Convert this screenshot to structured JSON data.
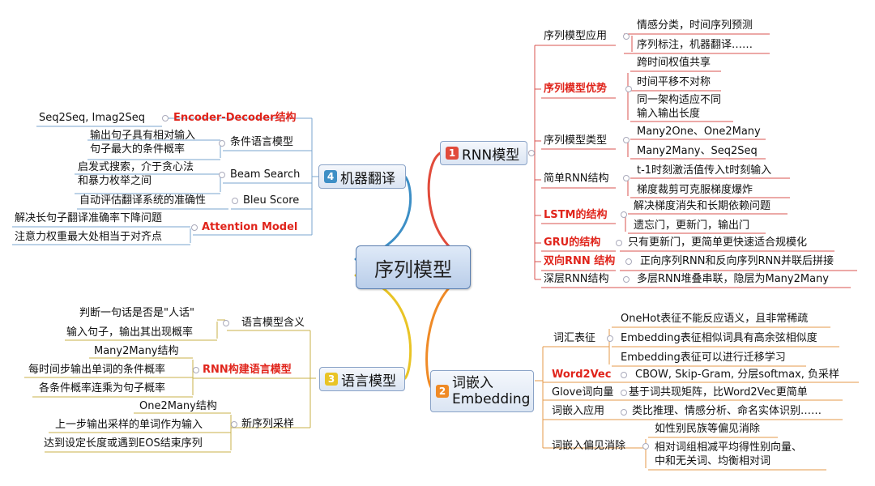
{
  "central": "序列模型",
  "branches": {
    "rnn": {
      "num": "1",
      "label": "RNN模型",
      "color": "#e14b3b"
    },
    "emb": {
      "num": "2",
      "label1": "词嵌入",
      "label2": "Embedding",
      "color": "#ef8a26"
    },
    "lm": {
      "num": "3",
      "label": "语言模型",
      "color": "#e9c426"
    },
    "mt": {
      "num": "4",
      "label": "机器翻译",
      "color": "#3d8fc6"
    }
  },
  "rnn": {
    "app": {
      "label": "序列模型应用",
      "items": [
        "情感分类，时间序列预测",
        "序列标注，机器翻译……"
      ]
    },
    "adv": {
      "label": "序列模型优势",
      "items": [
        "跨时间权值共享",
        "时间平移不对称",
        "同一架构适应不同",
        "输入输出长度"
      ]
    },
    "types": {
      "label": "序列模型类型",
      "items": [
        "Many2One、One2Many",
        "Many2Many、Seq2Seq"
      ]
    },
    "simple": {
      "label": "简单RNN结构",
      "items": [
        "t-1时刻激活值传入t时刻输入",
        "梯度裁剪可克服梯度爆炸"
      ]
    },
    "lstm": {
      "label": "LSTM的结构",
      "items": [
        "解决梯度消失和长期依赖问题",
        "遗忘门，更新门，输出门"
      ]
    },
    "gru": {
      "label": "GRU的结构",
      "item": "只有更新门，更简单更快速适合规模化"
    },
    "bi": {
      "label": "双向RNN 结构",
      "item": "正向序列RNN和反向序列RNN并联后拼接"
    },
    "deep": {
      "label": "深层RNN结构",
      "item": "多层RNN堆叠串联，隐层为Many2Many"
    }
  },
  "emb": {
    "rep": {
      "label": "词汇表征",
      "items": [
        "OneHot表征不能反应语义，且非常稀疏",
        "Embedding表征相似词具有高余弦相似度",
        "Embedding表征可以进行迁移学习"
      ]
    },
    "w2v": {
      "label": "Word2Vec",
      "item": "CBOW, Skip-Gram, 分层softmax, 负采样"
    },
    "glove": {
      "label": "Glove词向量",
      "item": "基于词共现矩阵，比Word2Vec更简单"
    },
    "apply": {
      "label": "词嵌入应用",
      "item": "类比推理、情感分析、命名实体识别……"
    },
    "bias": {
      "label": "词嵌入偏见消除",
      "items": [
        "如性别民族等偏见消除",
        "相对词组相减平均得性别向量、",
        "中和无关词、均衡相对词"
      ]
    }
  },
  "lm": {
    "meaning": {
      "label": "语言模型含义",
      "items": [
        "判断一句话是否是\"人话\"",
        "输入句子，输出其出现概率"
      ]
    },
    "build": {
      "label": "RNN构建语言模型",
      "items": [
        "Many2Many结构",
        "每时间步输出单词的条件概率",
        "各条件概率连乘为句子概率"
      ]
    },
    "sample": {
      "label": "新序列采样",
      "items": [
        "One2Many结构",
        "上一步输出采样的单词作为输入",
        "达到设定长度或遇到EOS结束序列"
      ]
    }
  },
  "mt": {
    "encdec": {
      "label": "Encoder-Decoder结构",
      "item": "Seq2Seq, Imag2Seq"
    },
    "cond": {
      "label": "条件语言模型",
      "items": [
        "输出句子具有相对输入",
        "句子最大的条件概率"
      ]
    },
    "beam": {
      "label": "Beam Search",
      "items": [
        "启发式搜索，介于贪心法",
        "和暴力枚举之间"
      ]
    },
    "bleu": {
      "label": "Bleu Score",
      "item": "自动评估翻译系统的准确性"
    },
    "attn": {
      "label": "Attention  Model",
      "items": [
        "解决长句子翻译准确率下降问题",
        "注意力权重最大处相当于对齐点"
      ]
    }
  }
}
